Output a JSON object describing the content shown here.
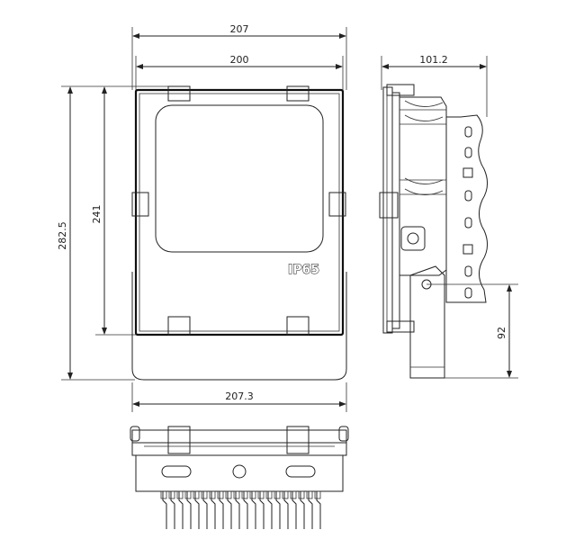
{
  "dimensions": {
    "top_outer_width": "207",
    "top_inner_width": "200",
    "side_depth": "101.2",
    "front_height_total": "282.5",
    "front_height_body": "241",
    "bracket_height": "92",
    "bottom_width": "207.3"
  },
  "rating_label": "IP65"
}
